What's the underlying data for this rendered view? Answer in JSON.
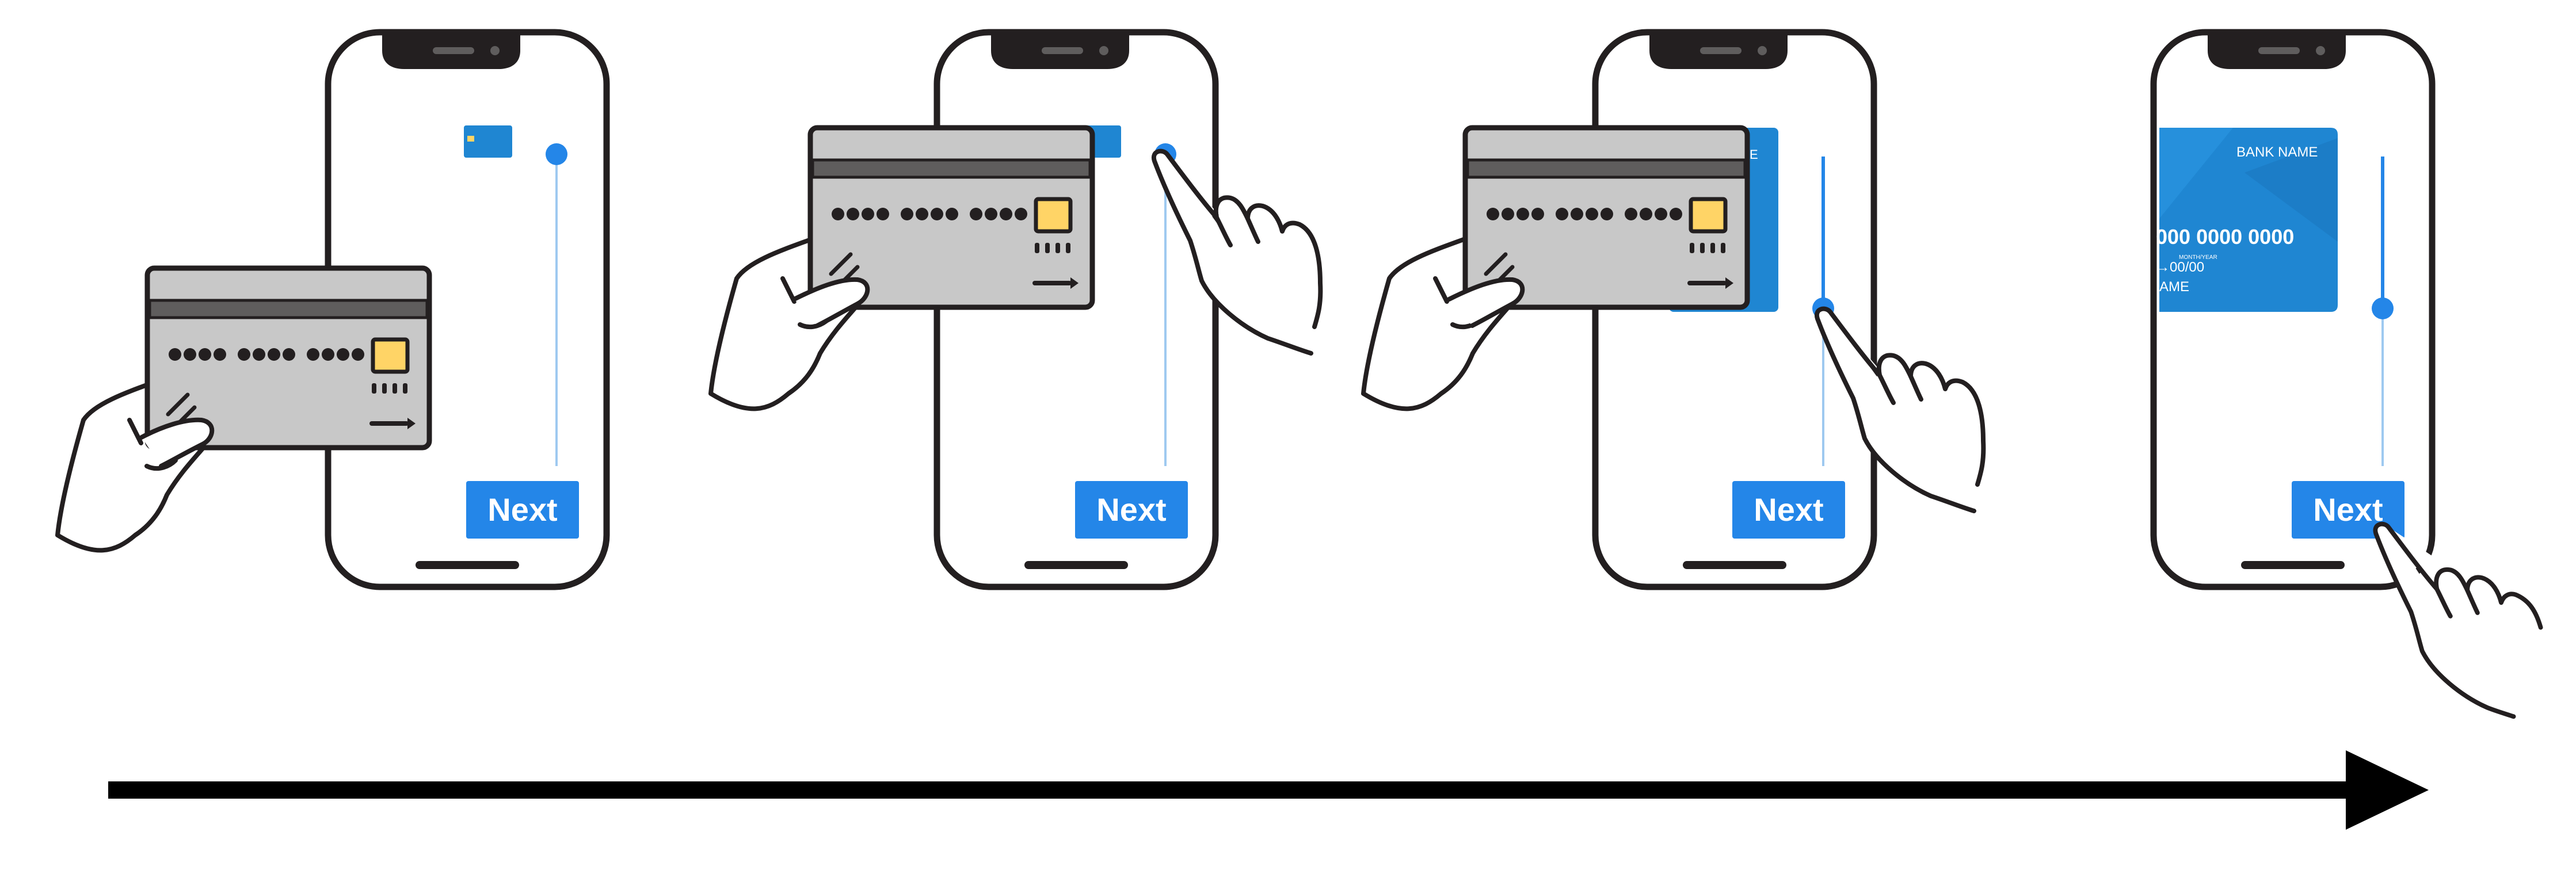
{
  "steps": [
    {
      "button_label": "Next",
      "slider_value": 0,
      "card_visibility": "thumbnail",
      "touch_target": "none"
    },
    {
      "button_label": "Next",
      "slider_value": 0,
      "card_visibility": "thumbnail",
      "touch_target": "slider-handle"
    },
    {
      "button_label": "Next",
      "slider_value": 0.5,
      "card_visibility": "partial",
      "touch_target": "slider-handle"
    },
    {
      "button_label": "Next",
      "slider_value": 0.5,
      "card_visibility": "full",
      "touch_target": "next-button"
    }
  ],
  "screen_card": {
    "bank_name": "BANK NAME",
    "number": "000 0000 0000",
    "number_partial": "0",
    "month_year_label": "MONTH/YEAR",
    "expiry": "→00/00",
    "holder": "AME"
  },
  "icons": [
    "phone-icon",
    "credit-card-icon",
    "hand-icon",
    "pointing-hand-icon",
    "arrow-right-icon"
  ],
  "colors": {
    "accent": "#2486e8",
    "phone_outline": "#231f20",
    "plastic_card": "#c8c8c8",
    "chip": "#ffd466",
    "screen_card": "#1f86d2"
  }
}
